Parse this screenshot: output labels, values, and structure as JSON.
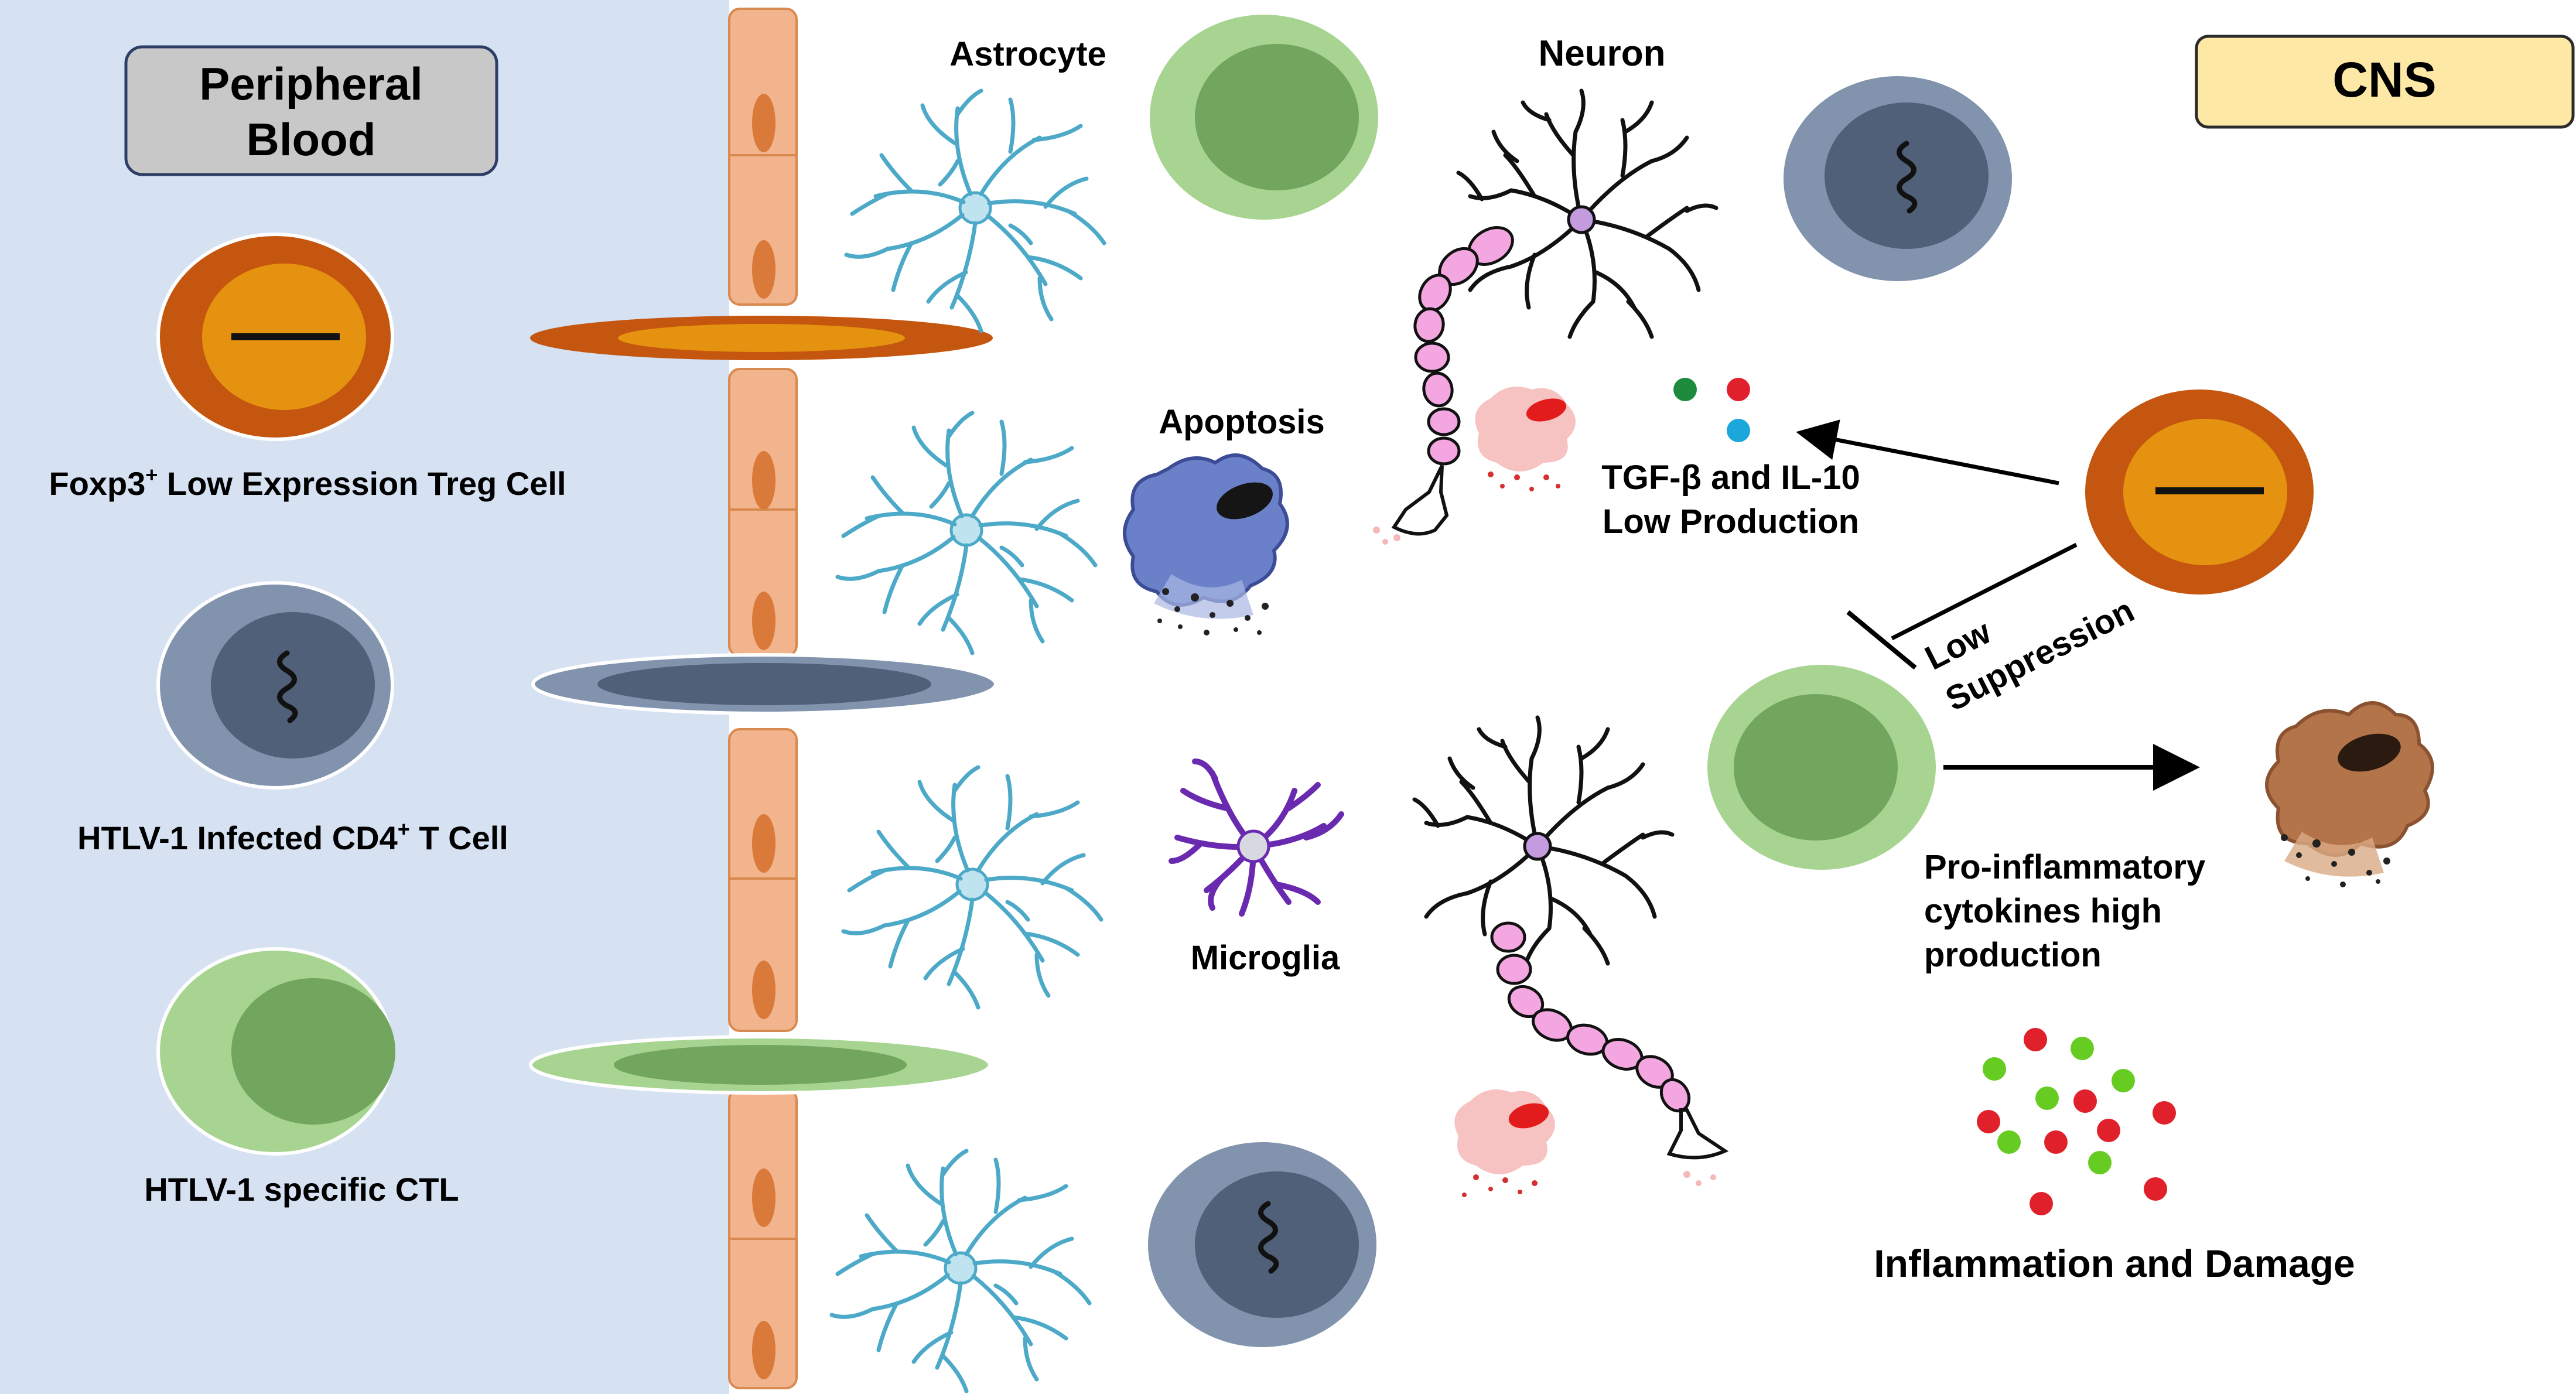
{
  "regions": {
    "peripheral_blood_line1": "Peripheral",
    "peripheral_blood_line2": "Blood",
    "cns": "CNS"
  },
  "cells": {
    "treg_line": "Foxp3",
    "treg_sup": "+",
    "treg_rest": " Low Expression Treg Cell",
    "cd4_pre": "HTLV-1 Infected CD4",
    "cd4_sup": "+",
    "cd4_post": " T Cell",
    "ctl": "HTLV-1 specific CTL",
    "astrocyte": "Astrocyte",
    "neuron": "Neuron",
    "apoptosis": "Apoptosis",
    "microglia": "Microglia"
  },
  "annotations": {
    "tgf_line1": "TGF-β and IL-10",
    "tgf_line2": "Low Production",
    "low": "Low",
    "suppression": "Suppression",
    "proinf_line1": "Pro-inflammatory",
    "proinf_line2": "cytokines high",
    "proinf_line3": "production",
    "inflammation": "Inflammation and Damage"
  },
  "colors": {
    "blood_bg": "#d6e1f2",
    "endothelial": "#f2b48c",
    "treg_outer": "#c5560f",
    "treg_inner": "#e4920f",
    "cd4_outer": "#8193ad",
    "cd4_inner": "#4f6078",
    "ctl_outer": "#a8d492",
    "ctl_inner": "#72a55e",
    "astro": "#4da9c8",
    "microglia": "#6a2ab0",
    "cns_box": "#fde8a6",
    "pb_box": "#c8c8c8"
  }
}
